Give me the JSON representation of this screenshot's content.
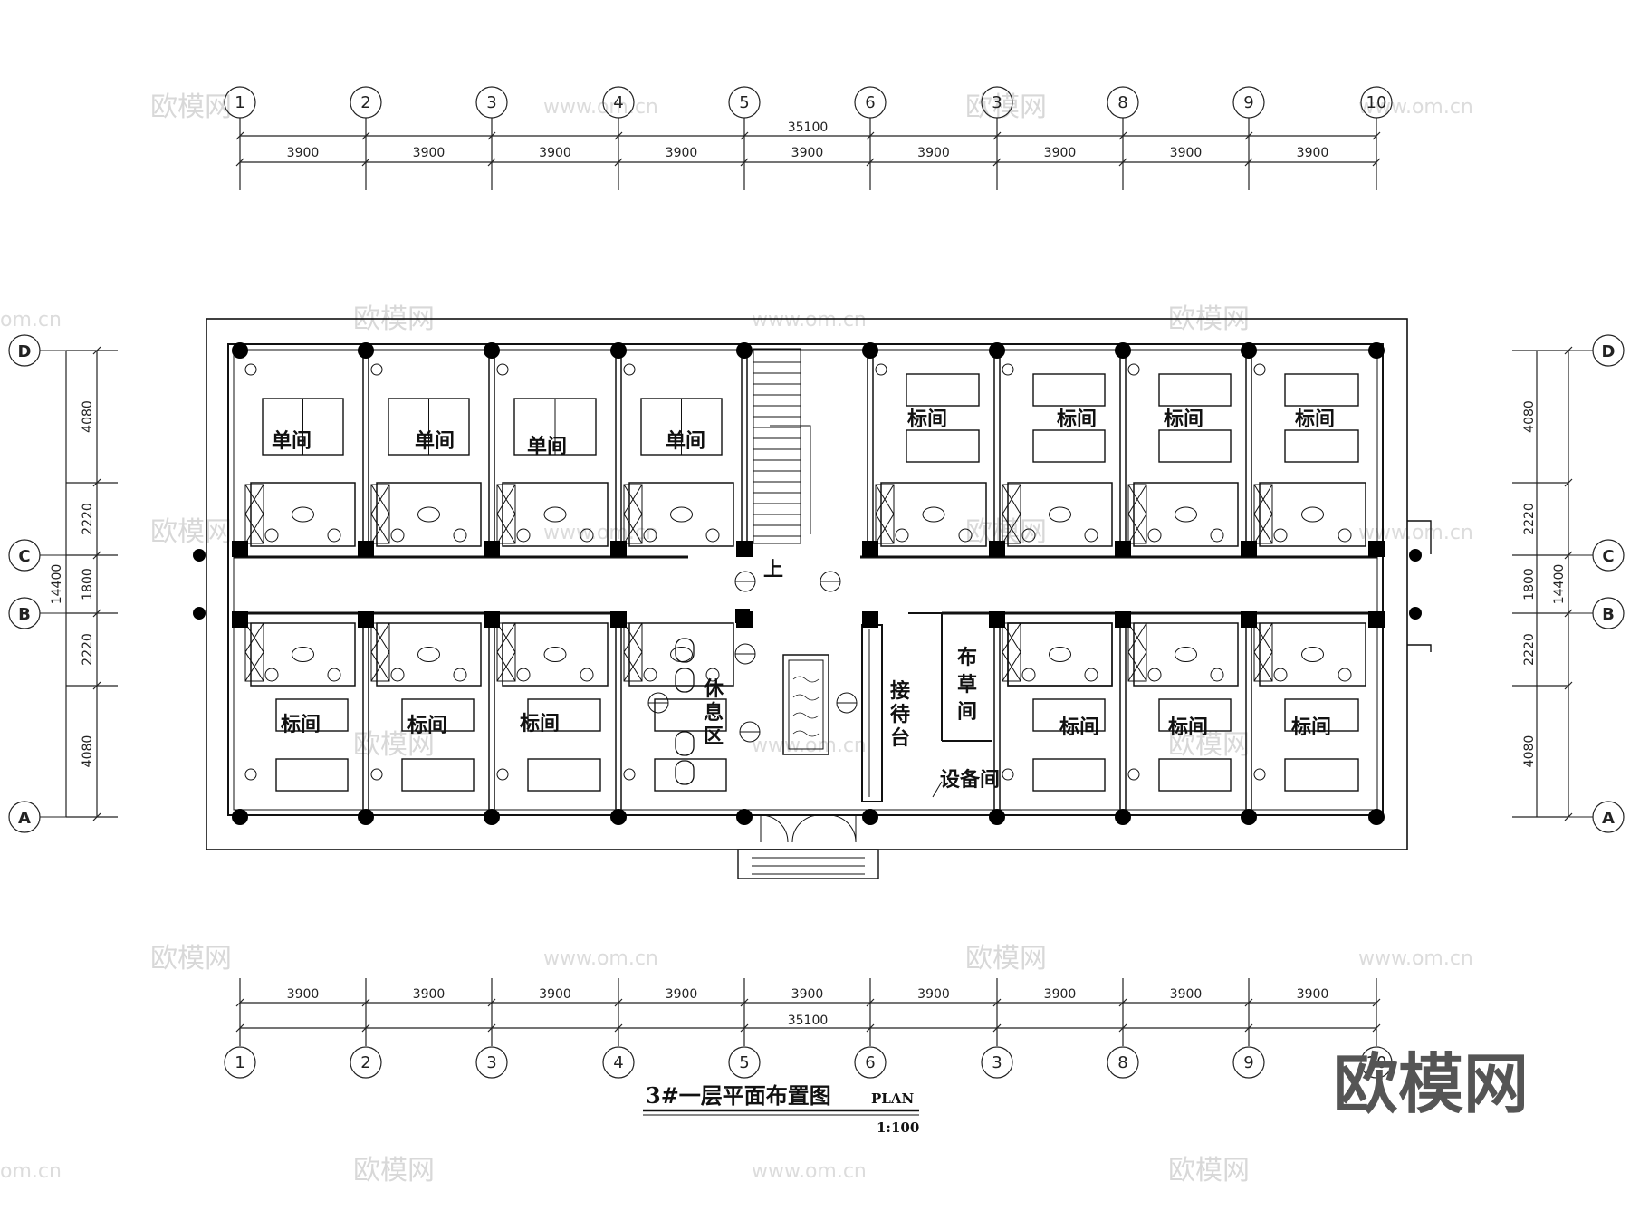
{
  "drawing": {
    "title": "3#一层平面布置图",
    "plan_label": "PLAN",
    "scale": "1:100",
    "brand_logo": "欧模网",
    "watermark_text": "欧模网",
    "watermark_url": "www.om.cn",
    "watermark_url_short": "om.cn"
  },
  "dimensions": {
    "total_width": "35100",
    "bay": "3900",
    "total_depth": "14400",
    "depth_segments": [
      "4080",
      "2220",
      "1800",
      "2220",
      "4080"
    ]
  },
  "axes": {
    "top_labels": [
      "1",
      "2",
      "3",
      "4",
      "5",
      "6",
      "3",
      "8",
      "9",
      "10"
    ],
    "bottom_labels": [
      "1",
      "2",
      "3",
      "4",
      "5",
      "6",
      "3",
      "8",
      "9",
      "10"
    ],
    "side_labels": [
      "D",
      "C",
      "B",
      "A"
    ]
  },
  "rooms": {
    "single": "单间",
    "standard": "标间",
    "rest_area": "休息区",
    "reception": "接待台",
    "linen": "布草间",
    "equipment": "设备间",
    "up": "上"
  }
}
